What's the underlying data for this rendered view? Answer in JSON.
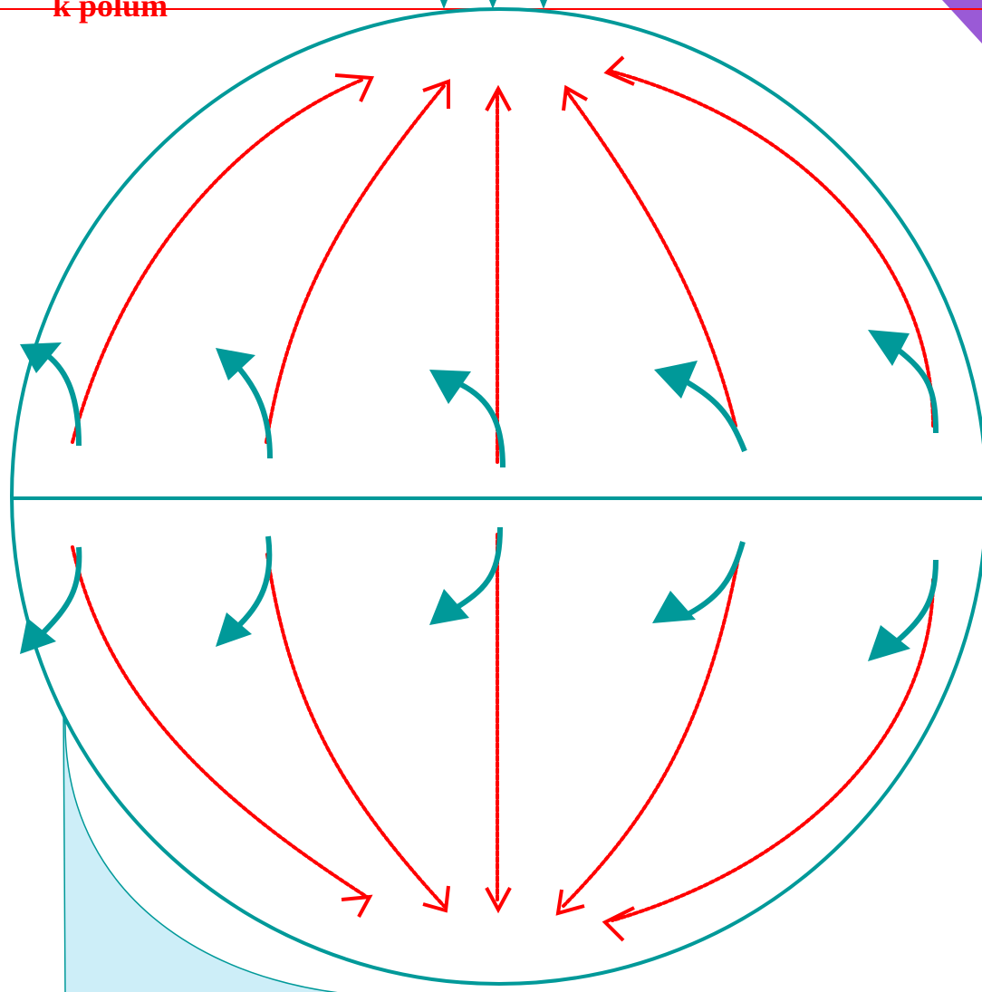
{
  "caption": "k pólům",
  "colors": {
    "globe": "#009999",
    "meridional_flow": "#ff0000",
    "deflection_arrow": "#009999",
    "rotation_band_dark": "#a3bcc6",
    "rotation_band_light": "#cdeef8",
    "corner_accent": "#9a5ad6"
  },
  "icons": [
    "globe-outline",
    "equator-line",
    "meridional-flow-arrow",
    "coriolis-deflection-arrow",
    "earth-rotation-band"
  ]
}
